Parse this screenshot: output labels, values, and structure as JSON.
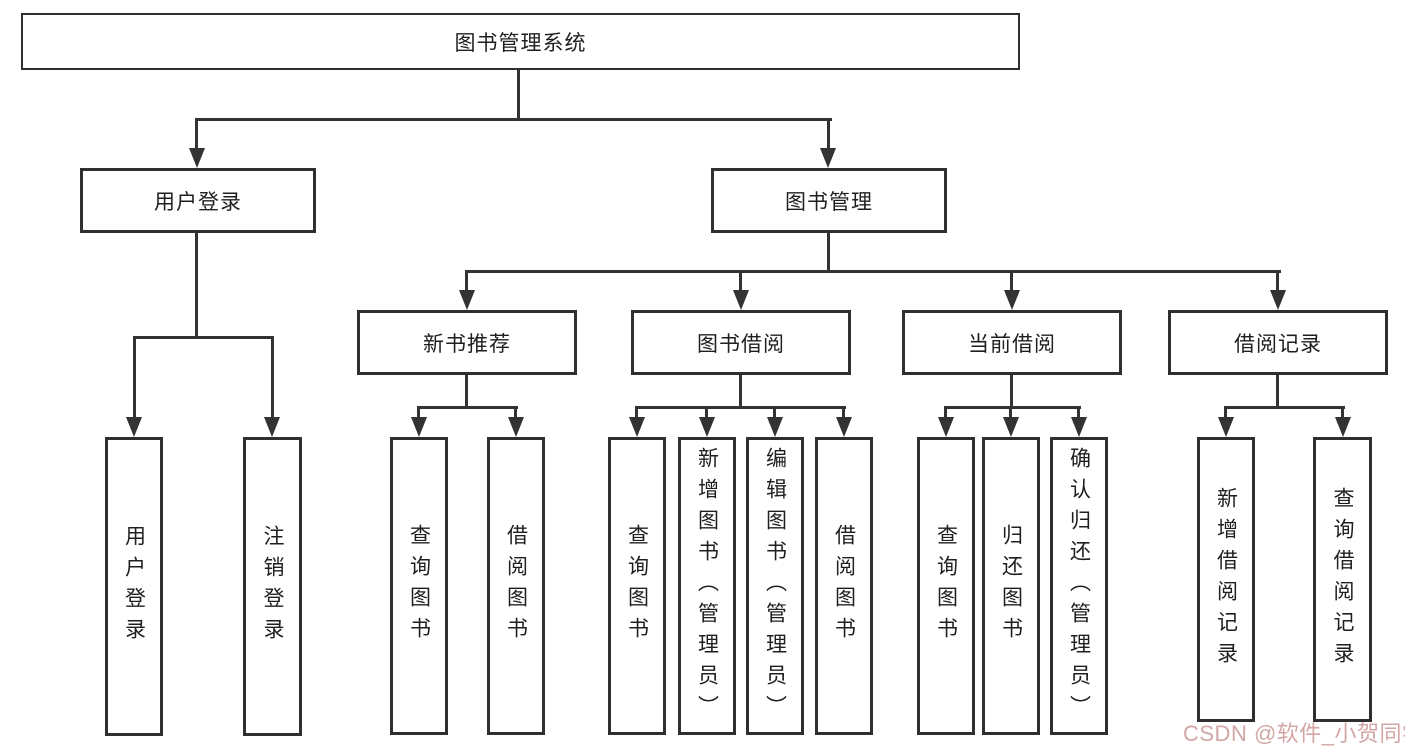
{
  "diagram": {
    "title": "图书管理系统",
    "level2": [
      {
        "label": "用户登录"
      },
      {
        "label": "图书管理"
      }
    ],
    "level3": [
      {
        "label": "新书推荐"
      },
      {
        "label": "图书借阅"
      },
      {
        "label": "当前借阅"
      },
      {
        "label": "借阅记录"
      }
    ],
    "leaves": {
      "user_login": [
        "用户登录",
        "注销登录"
      ],
      "new_book_recommend": [
        "查询图书",
        "借阅图书"
      ],
      "book_borrow": [
        "查询图书",
        "新增图书（管理员）",
        "编辑图书（管理员）",
        "借阅图书"
      ],
      "current_borrow": [
        "查询图书",
        "归还图书",
        "确认归还（管理员）"
      ],
      "borrow_record": [
        "新增借阅记录",
        "查询借阅记录"
      ]
    },
    "colors": {
      "line": "#333333",
      "box_border": "#2f2f2f",
      "box_fill": "#ffffff",
      "text": "#1f1f1f",
      "watermark": "#d3a6a6",
      "background": "#ffffff"
    },
    "watermark": "CSDN @软件_小贺同学"
  }
}
